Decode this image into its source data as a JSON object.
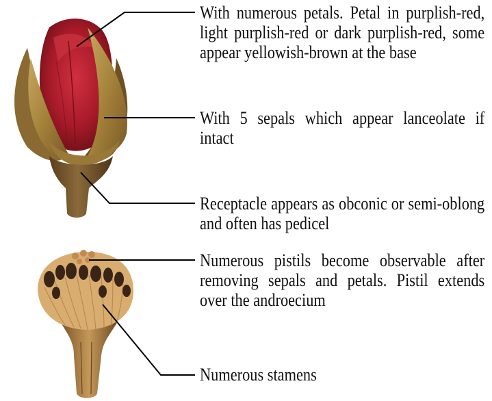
{
  "labels": {
    "petals": "With numerous petals. Petal in purplish-red, light purplish-red or dark purplish-red, some appear yellowish-brown at the base",
    "sepals": "With 5 sepals which appear lanceolate if intact",
    "receptacle": "Receptacle appears as obconic or semi-oblong and often has pedicel",
    "pistils": "Numerous pistils become observable after removing sepals and petals. Pistil extends over the androecium",
    "stamens": "Numerous stamens"
  },
  "colors": {
    "petal": "#b0202a",
    "sepal": "#a88a3c",
    "receptacle": "#7a5a2e",
    "stamen_filament": "#d4a868",
    "anther": "#3a2418",
    "leader_line": "#000000"
  }
}
